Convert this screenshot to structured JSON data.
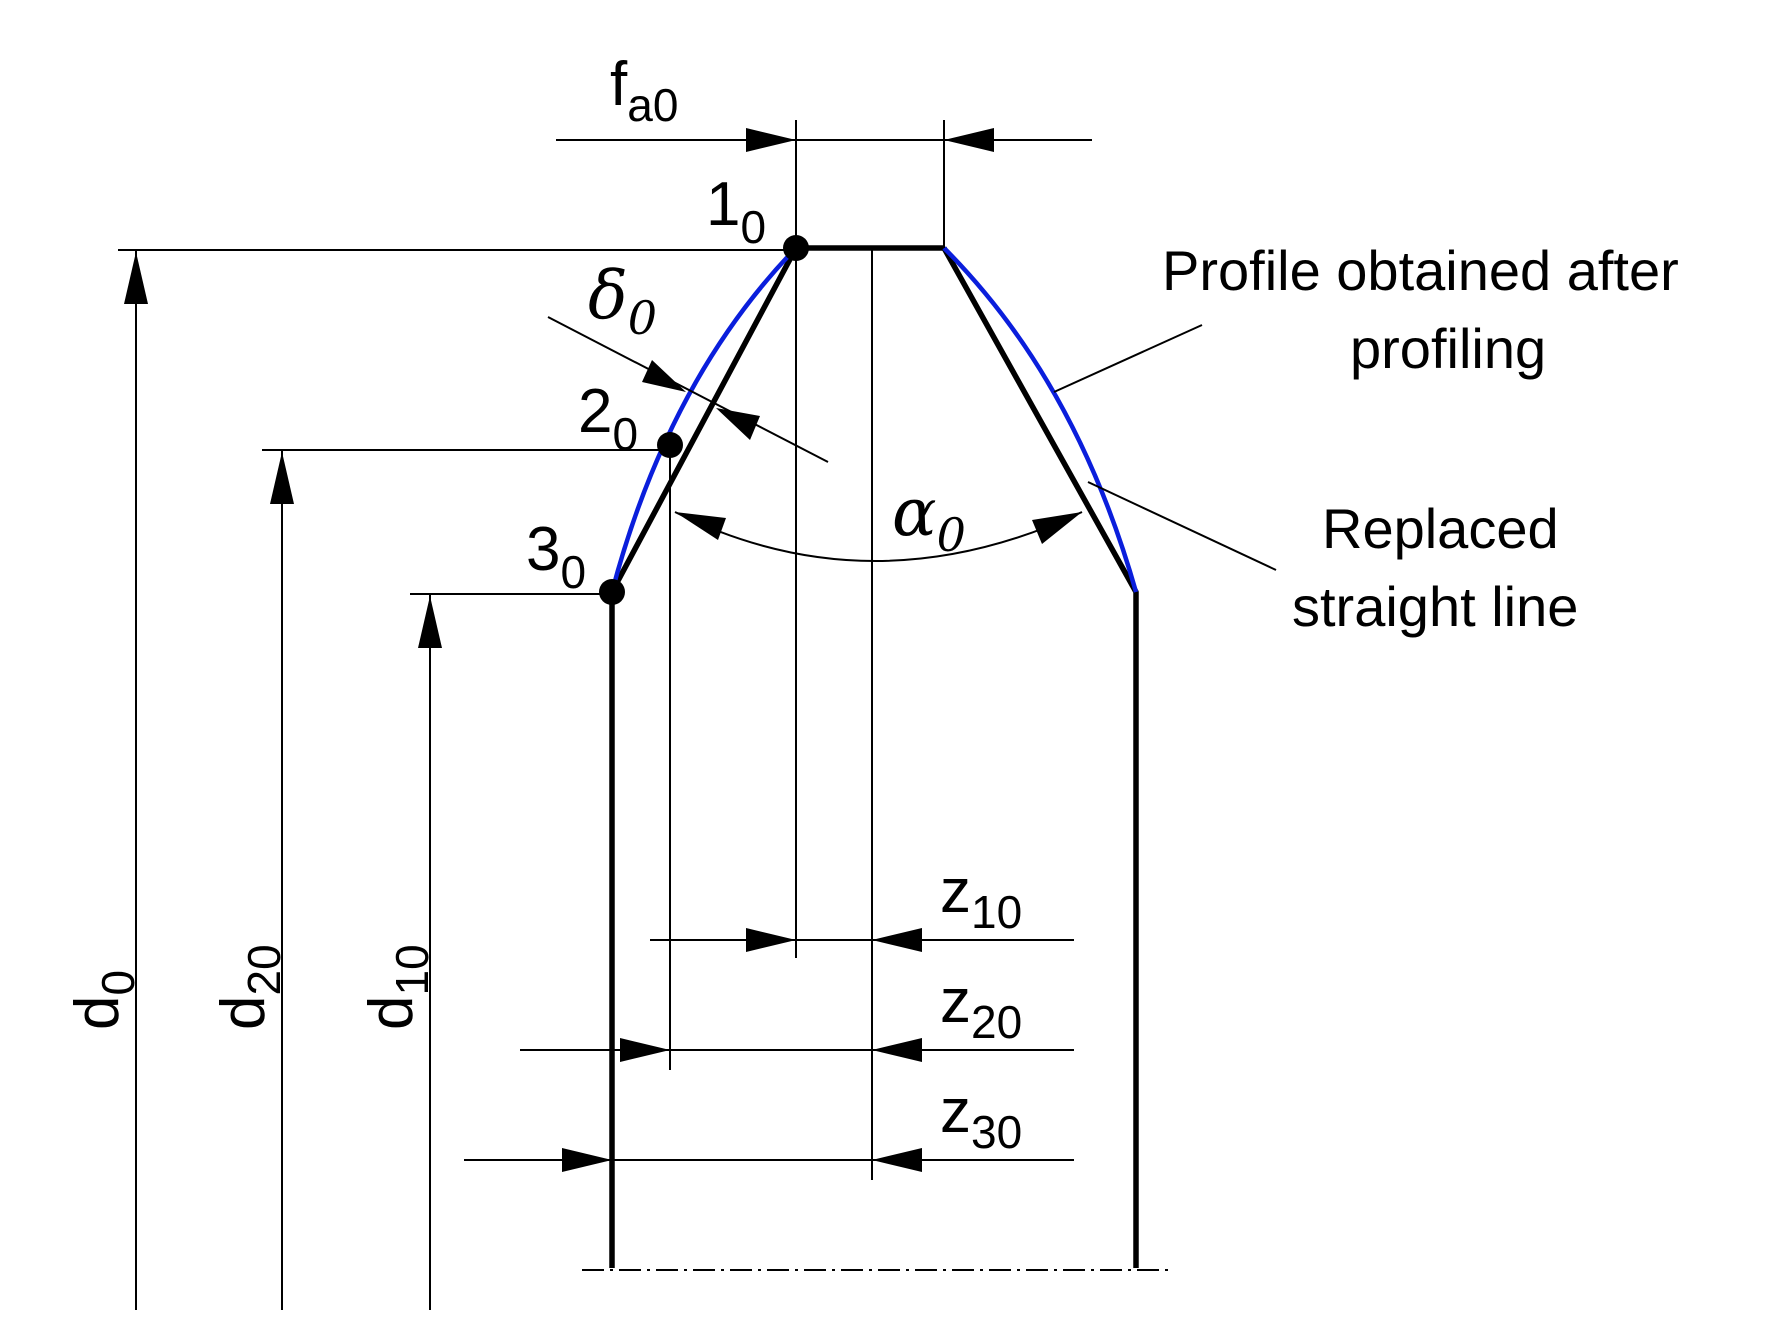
{
  "labels": {
    "fa0": {
      "main": "f",
      "sub": "a0"
    },
    "p1": {
      "main": "1",
      "sub": "0"
    },
    "p2": {
      "main": "2",
      "sub": "0"
    },
    "p3": {
      "main": "3",
      "sub": "0"
    },
    "delta": {
      "main": "δ",
      "sub": "0"
    },
    "alpha": {
      "main": "α",
      "sub": "0"
    },
    "z10": {
      "main": "z",
      "sub": "10"
    },
    "z20": {
      "main": "z",
      "sub": "20"
    },
    "z30": {
      "main": "z",
      "sub": "30"
    },
    "d0": {
      "main": "d",
      "sub": "0"
    },
    "d20": {
      "main": "d",
      "sub": "20"
    },
    "d10": {
      "main": "d",
      "sub": "10"
    }
  },
  "annotations": {
    "profile_line1": "Profile obtained after",
    "profile_line2": "profiling",
    "replaced_line1": "Replaced",
    "replaced_line2": "straight line"
  },
  "colors": {
    "profile_curve": "#0a1edc",
    "lines": "#000000"
  }
}
